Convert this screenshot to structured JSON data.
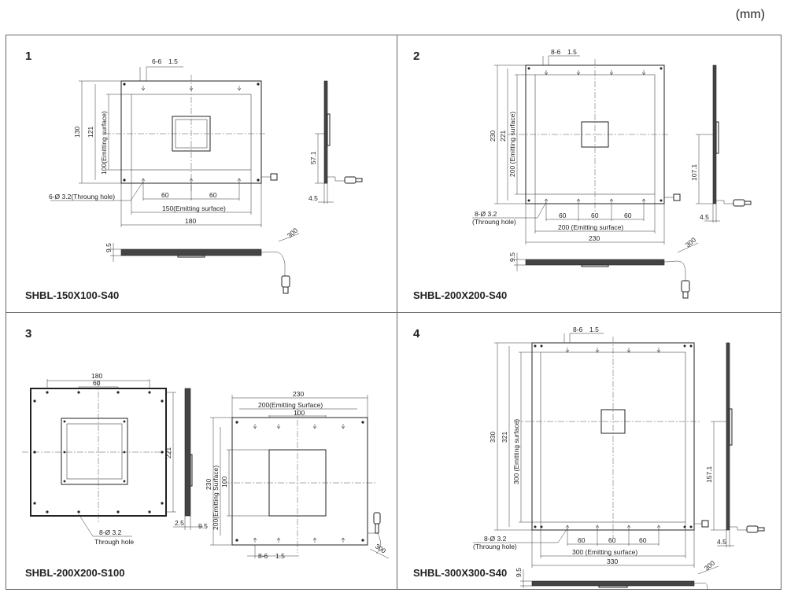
{
  "unit": "(mm)",
  "panels": [
    {
      "number": "1",
      "model": "SHBL-150X100-S40",
      "dims": {
        "top_holes": "6-6",
        "top_holes_depth": "1.5",
        "height": "130",
        "height_inner": "121",
        "emit_height": "100(Emitting surface)",
        "pitch_a": "60",
        "pitch_b": "60",
        "emit_width": "150(Emitting surface)",
        "width": "180",
        "through_hole": "6-Ø 3.2(Throung hole)",
        "side_height": "57.1",
        "side_thickness": "4.5",
        "bottom_thickness": "9.5",
        "cable": "300"
      }
    },
    {
      "number": "2",
      "model": "SHBL-200X200-S40",
      "dims": {
        "top_holes": "8-6",
        "top_holes_depth": "1.5",
        "height": "230",
        "height_inner": "221",
        "emit_height": "200 (Emitting surface)",
        "pitch_a": "60",
        "pitch_b": "60",
        "pitch_c": "60",
        "emit_width": "200 (Emitting surface)",
        "width": "230",
        "through_hole": "8-Ø 3.2",
        "through_hole_note": "(Throung hole)",
        "side_height": "107.1",
        "side_thickness": "4.5",
        "bottom_thickness": "9.5",
        "cable": "300"
      }
    },
    {
      "number": "3",
      "model": "SHBL-200X200-S100",
      "dims": {
        "front_width": "180",
        "front_pitch": "60",
        "front_height": "221",
        "through_hole": "8-Ø 3.2",
        "through_hole_note": "Through hole",
        "side_a": "2.5",
        "side_b": "9.5",
        "back_width": "230",
        "back_emit_width": "200(Emitting Surface)",
        "back_window": "100",
        "back_height": "230",
        "back_emit_height": "200(Emitting Surface)",
        "back_window_height": "100",
        "back_holes": "8-6",
        "back_holes_depth": "1.5",
        "cable": "300"
      }
    },
    {
      "number": "4",
      "model": "SHBL-300X300-S40",
      "dims": {
        "top_holes": "8-6",
        "top_holes_depth": "1.5",
        "height": "330",
        "height_inner": "321",
        "emit_height": "300 (Emitting surface)",
        "pitch_a": "60",
        "pitch_b": "60",
        "pitch_c": "60",
        "emit_width": "300 (Emitting surface)",
        "width": "330",
        "through_hole": "8-Ø 3.2",
        "through_hole_note": "(Throung hole)",
        "side_height": "157.1",
        "side_thickness": "4.5",
        "bottom_thickness": "9.5",
        "cable": "300"
      }
    }
  ]
}
